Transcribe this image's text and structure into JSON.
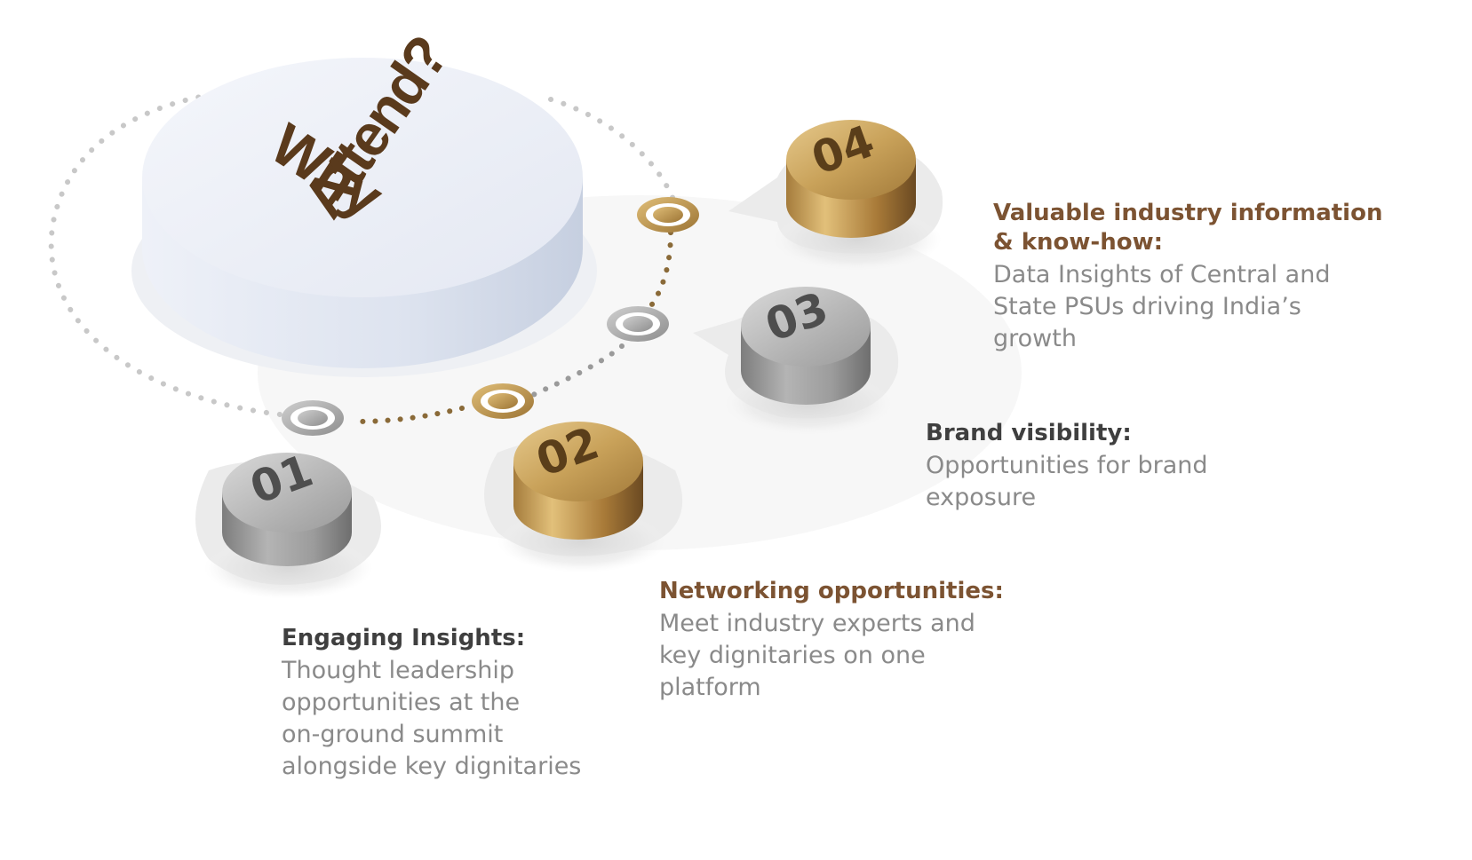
{
  "title": {
    "line1": "Why",
    "line2": "Attend?"
  },
  "colors": {
    "brown": "#7c5332",
    "dark_text": "#3f3f3f",
    "grey_text": "#8a8a8a",
    "gold": "#c9a25a",
    "silver": "#a6a6a6"
  },
  "items": [
    {
      "number": "01",
      "style": "silver",
      "heading": "Engaging Insights:",
      "description": [
        "Thought leadership",
        "opportunities at the",
        "on-ground summit",
        "alongside key dignitaries"
      ]
    },
    {
      "number": "02",
      "style": "gold",
      "heading": "Networking opportunities:",
      "description": [
        "Meet industry experts and",
        "key dignitaries on one",
        "platform"
      ]
    },
    {
      "number": "03",
      "style": "silver",
      "heading": "Brand visibility:",
      "description": [
        "Opportunities for brand",
        "exposure"
      ]
    },
    {
      "number": "04",
      "style": "gold",
      "heading": "Valuable industry information",
      "heading_line2": "& know-how:",
      "description": [
        "Data Insights of Central and",
        "State PSUs driving India’s",
        "growth"
      ]
    }
  ]
}
